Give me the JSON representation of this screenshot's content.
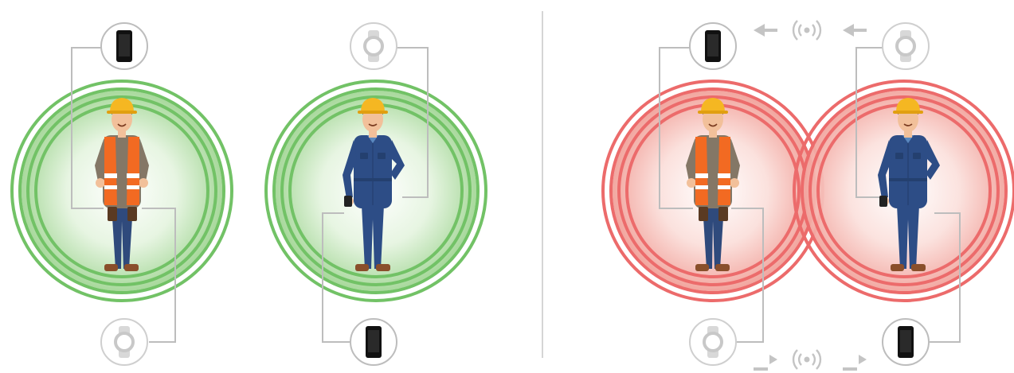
{
  "panels": [
    {
      "status": "safe",
      "status_color": "#72c266",
      "workers": [
        {
          "outfit": "safety-vest",
          "top_device": "smartphone-icon",
          "top_device_active": true,
          "bottom_device": "smartwatch-icon",
          "bottom_device_active": false
        },
        {
          "outfit": "coveralls",
          "top_device": "smartwatch-icon",
          "top_device_active": false,
          "bottom_device": "smartphone-icon",
          "bottom_device_active": true
        }
      ]
    },
    {
      "status": "proximity-alert",
      "status_color": "#ec6b6b",
      "workers": [
        {
          "outfit": "safety-vest",
          "top_device": "smartphone-icon",
          "top_device_active": true,
          "bottom_device": "smartwatch-icon",
          "bottom_device_active": false
        },
        {
          "outfit": "coveralls",
          "top_device": "smartwatch-icon",
          "top_device_active": false,
          "bottom_device": "smartphone-icon",
          "bottom_device_active": true
        }
      ],
      "signals": [
        {
          "position": "top",
          "icon": "wireless-signal-icon",
          "arrow_direction": "left"
        },
        {
          "position": "bottom",
          "icon": "wireless-signal-icon",
          "arrow_direction": "right"
        }
      ]
    }
  ],
  "colors": {
    "safe_zone": "#72c266",
    "alert_zone": "#ec6b6b",
    "connector": "#bdbdbd",
    "inactive_device": "#cfcfcf",
    "active_device": "#111111",
    "hard_hat": "#f5b722",
    "vest": "#f26a22",
    "shirt": "#847766",
    "jeans": "#2f4a7c",
    "coveralls": "#2d4d86",
    "boots": "#8a4f2b",
    "skin": "#f2c09a",
    "hair": "#4a2a19"
  }
}
